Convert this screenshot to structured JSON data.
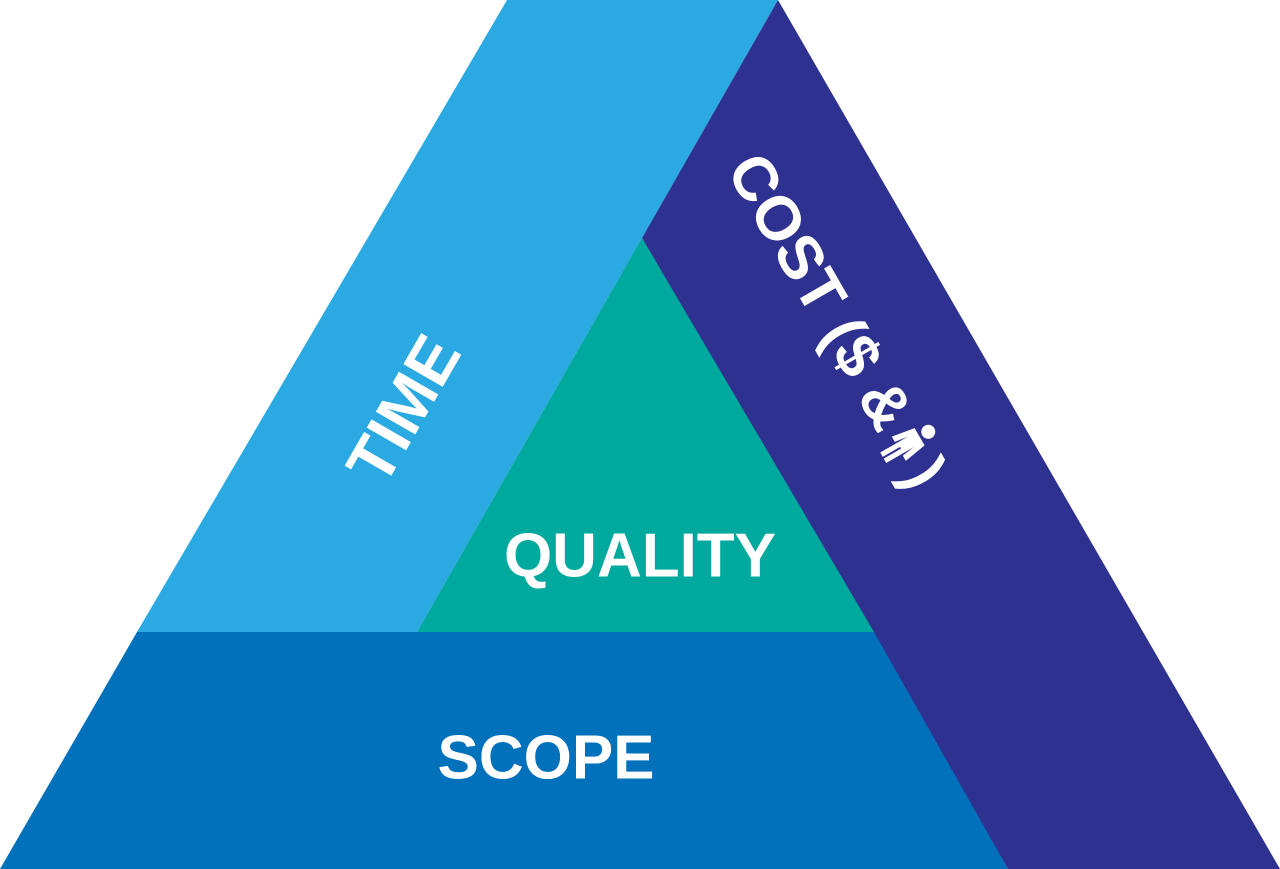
{
  "diagram": {
    "time_label": "TIME",
    "cost_label": "COST ($ & ",
    "cost_close": ")",
    "quality_label": "QUALITY",
    "scope_label": "SCOPE",
    "person_icon": "person-icon",
    "colors": {
      "time": "#2aa9e2",
      "cost": "#2f3190",
      "quality": "#00a99d",
      "scope": "#0271bb",
      "text": "#ffffff"
    }
  }
}
